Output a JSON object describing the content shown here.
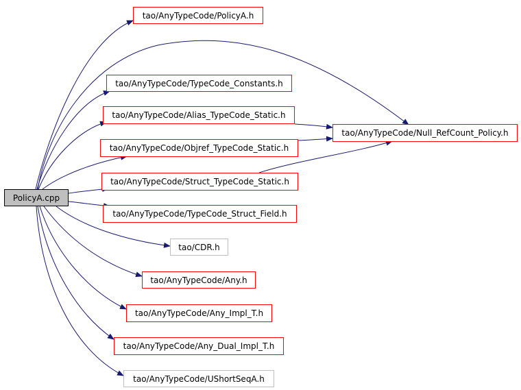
{
  "graph": {
    "colors": {
      "edge": "#191970",
      "root_fill": "#bfbfbf",
      "linked_border": "#ff0000",
      "plain_border": "#bfbfbf"
    },
    "nodes": [
      {
        "id": "root",
        "label": "PolicyA.cpp",
        "kind": "root"
      },
      {
        "id": "policya_h",
        "label": "tao/AnyTypeCode/PolicyA.h",
        "kind": "linked"
      },
      {
        "id": "tc_const",
        "label": "tao/AnyTypeCode/TypeCode_Constants.h",
        "kind": "linked"
      },
      {
        "id": "alias_tc",
        "label": "tao/AnyTypeCode/Alias_TypeCode_Static.h",
        "kind": "linked"
      },
      {
        "id": "objref_tc",
        "label": "tao/AnyTypeCode/Objref_TypeCode_Static.h",
        "kind": "linked"
      },
      {
        "id": "struct_tc",
        "label": "tao/AnyTypeCode/Struct_TypeCode_Static.h",
        "kind": "linked"
      },
      {
        "id": "struct_fld",
        "label": "tao/AnyTypeCode/TypeCode_Struct_Field.h",
        "kind": "linked"
      },
      {
        "id": "cdr",
        "label": "tao/CDR.h",
        "kind": "plain"
      },
      {
        "id": "any",
        "label": "tao/AnyTypeCode/Any.h",
        "kind": "linked"
      },
      {
        "id": "any_impl",
        "label": "tao/AnyTypeCode/Any_Impl_T.h",
        "kind": "linked"
      },
      {
        "id": "any_dual",
        "label": "tao/AnyTypeCode/Any_Dual_Impl_T.h",
        "kind": "linked"
      },
      {
        "id": "ushort",
        "label": "tao/AnyTypeCode/UShortSeqA.h",
        "kind": "plain"
      },
      {
        "id": "null_ref",
        "label": "tao/AnyTypeCode/Null_RefCount_Policy.h",
        "kind": "linked"
      }
    ],
    "edges": [
      {
        "from": "root",
        "to": "policya_h"
      },
      {
        "from": "root",
        "to": "null_ref"
      },
      {
        "from": "root",
        "to": "tc_const"
      },
      {
        "from": "root",
        "to": "alias_tc"
      },
      {
        "from": "root",
        "to": "objref_tc"
      },
      {
        "from": "root",
        "to": "struct_tc"
      },
      {
        "from": "root",
        "to": "struct_fld"
      },
      {
        "from": "root",
        "to": "cdr"
      },
      {
        "from": "root",
        "to": "any"
      },
      {
        "from": "root",
        "to": "any_impl"
      },
      {
        "from": "root",
        "to": "any_dual"
      },
      {
        "from": "root",
        "to": "ushort"
      },
      {
        "from": "alias_tc",
        "to": "null_ref"
      },
      {
        "from": "objref_tc",
        "to": "null_ref"
      },
      {
        "from": "struct_tc",
        "to": "null_ref"
      }
    ]
  }
}
